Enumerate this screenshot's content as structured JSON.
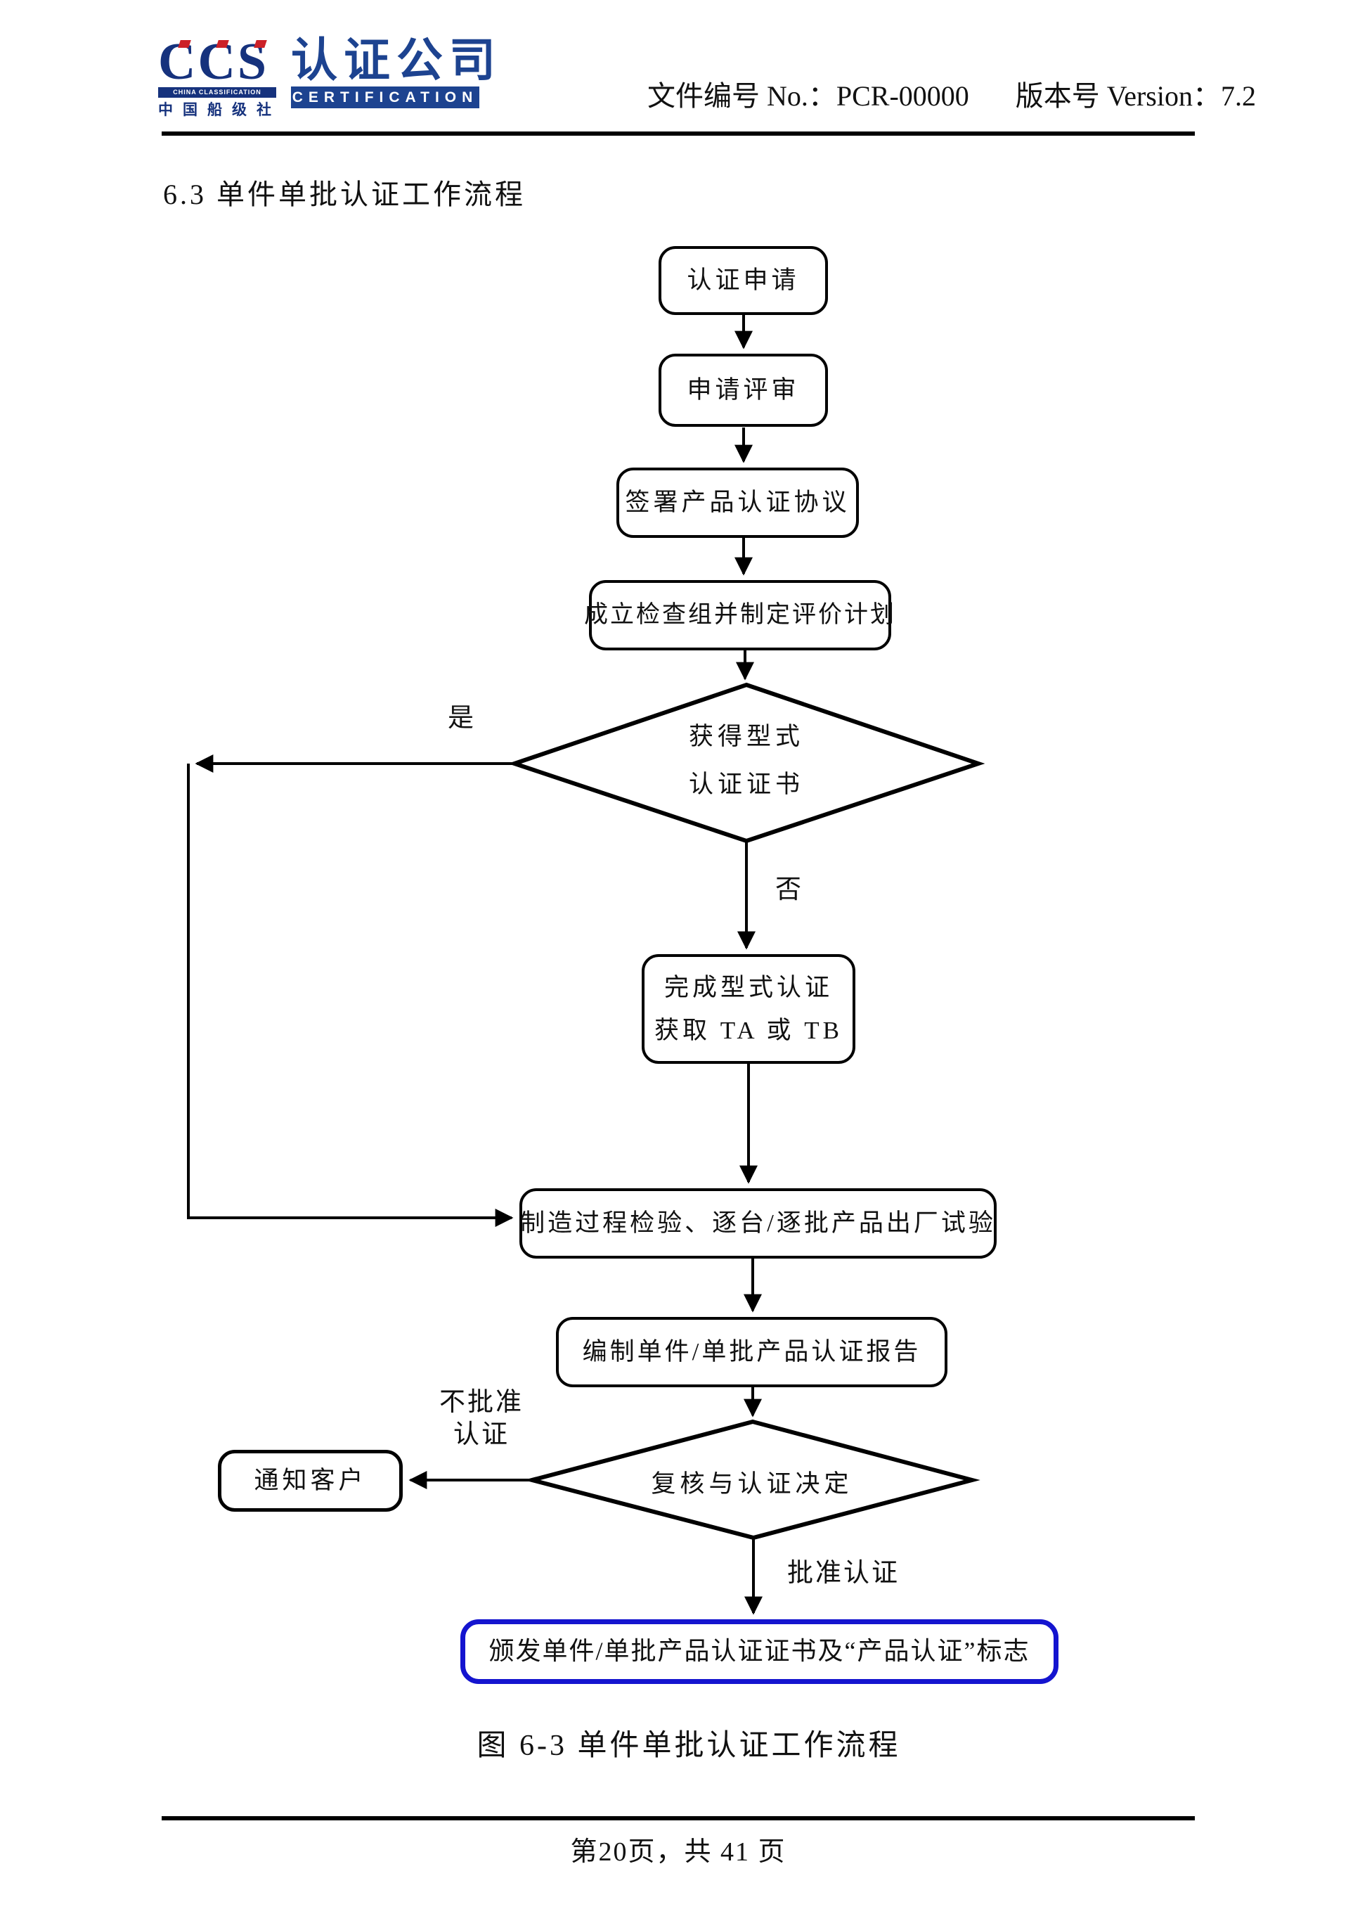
{
  "header": {
    "logo": {
      "ccs": "CCS",
      "society_en": "CHINA CLASSIFICATION SOCIETY",
      "society_cn": "中国船级社",
      "company_cn": "认证公司",
      "certification": "CERTIFICATION"
    },
    "doc_no": "文件编号 No.：PCR-00000",
    "version": "版本号 Version：7.2"
  },
  "section_title": "6.3 单件单批认证工作流程",
  "flowchart": {
    "nodes": {
      "apply": "认证申请",
      "review": "申请评审",
      "sign_agreement": "签署产品认证协议",
      "setup_team": "成立检查组并制定评价计划",
      "type_cert_q_line1": "获得型式",
      "type_cert_q_line2": "认证证书",
      "complete_type_line1": "完成型式认证",
      "complete_type_line2": "获取 TA 或 TB",
      "factory_inspection": "制造过程检验、逐台/逐批产品出厂试验",
      "compile_report": "编制单件/单批产品认证报告",
      "review_decision": "复核与认证决定",
      "notify_client": "通知客户",
      "issue_certificate": "颁发单件/单批产品认证证书及“产品认证”标志"
    },
    "edge_labels": {
      "yes": "是",
      "no": "否",
      "not_approved_line1": "不批准",
      "not_approved_line2": "认证",
      "approved": "批准认证"
    }
  },
  "caption": "图 6-3 单件单批认证工作流程",
  "footer": {
    "page_info": "第20页，共 41 页"
  },
  "colors": {
    "highlight_box_blue": "#1414cf",
    "logo_blue": "#16327d",
    "logo_bar_blue": "#1d4390",
    "logo_red": "#cc2128",
    "line_black": "#000000"
  }
}
